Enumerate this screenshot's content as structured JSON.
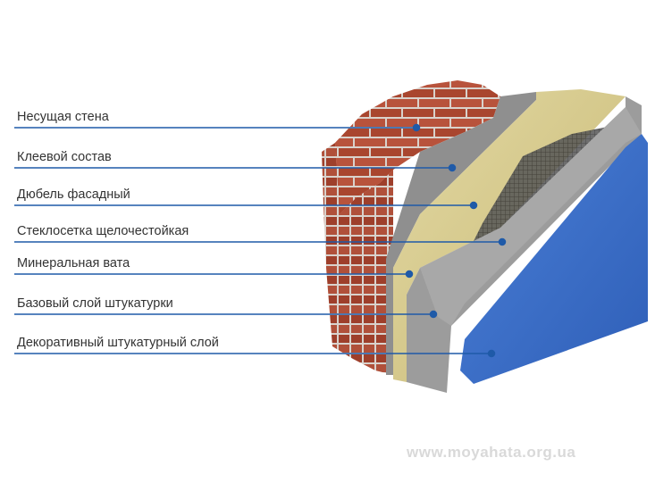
{
  "labels": [
    "Несущая стена",
    "Клеевой состав",
    "Дюбель фасадный",
    "Стеклосетка щелочестойкая",
    "Минеральная вата",
    "Базовый слой штукатурки",
    "Декоративный штукатурный слой"
  ],
  "watermark": "www.moyahata.org.ua",
  "colors": {
    "leader_line": "#1f5aa8",
    "brick": "#b5503a",
    "mortar": "#d8d2cc",
    "adhesive": "#8a8a8a",
    "wool": "#d6c98d",
    "base_plaster": "#9a9a9a",
    "decorative": "#3d6fcc"
  }
}
